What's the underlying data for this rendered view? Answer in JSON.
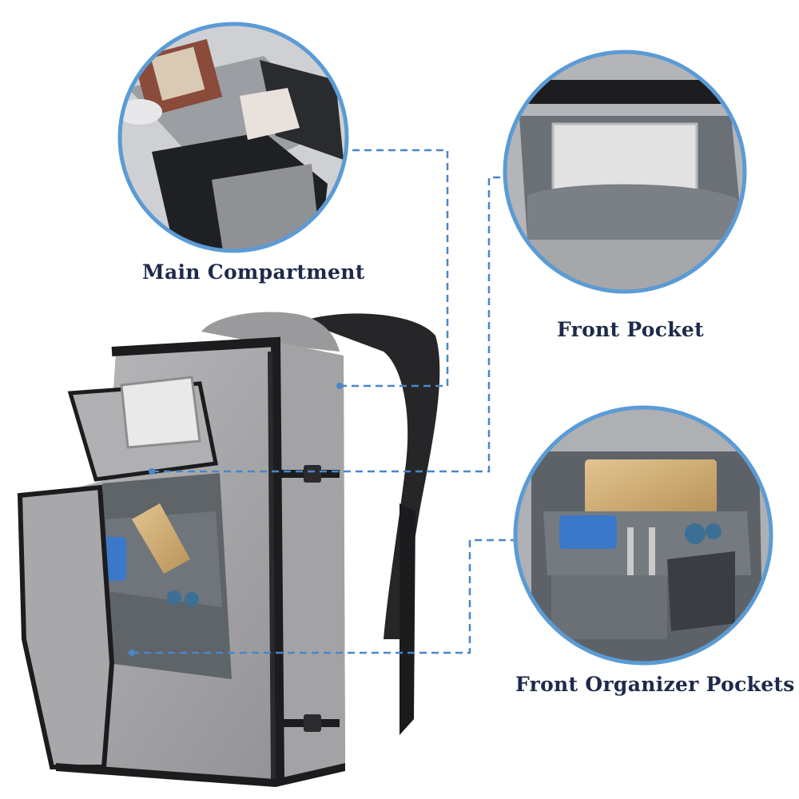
{
  "callouts": {
    "main_compartment": "Main Compartment",
    "front_pocket": "Front Pocket",
    "front_organizer_pockets": "Front Organizer Pockets"
  },
  "colors": {
    "accent_ring": "#5b9bd5",
    "leader_line": "#4a86c8",
    "bag_body": "#a9a9ab",
    "bag_trim": "#1c1c1e",
    "lining": "#6e7378",
    "label_text": "#1d2a4a"
  }
}
